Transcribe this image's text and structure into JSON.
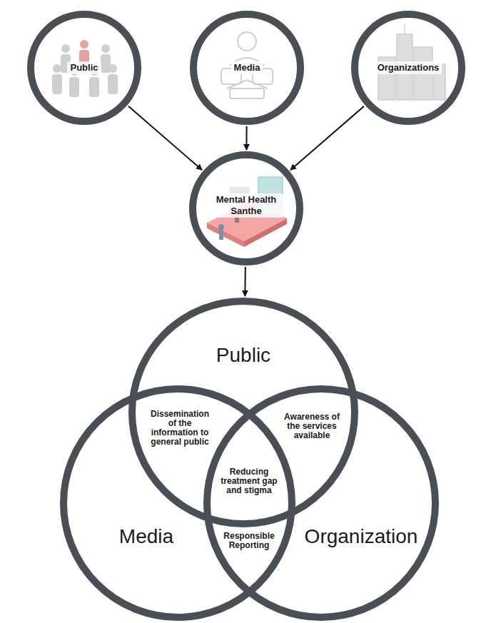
{
  "diagram": {
    "nodes": [
      {
        "text": [
          "Public"
        ]
      },
      {
        "text": [
          "Media"
        ]
      },
      {
        "text": [
          "Organizations"
        ]
      },
      {
        "text": [
          "Mental Health Santhe"
        ]
      },
      {
        "text": [
          "Public"
        ]
      },
      {
        "text": [
          "Media"
        ]
      },
      {
        "text": [
          "Organization"
        ]
      }
    ],
    "edges": [
      {
        "from": 0,
        "to": 3,
        "arrow": "to"
      },
      {
        "from": 1,
        "to": 3,
        "arrow": "to"
      },
      {
        "from": 2,
        "to": 3,
        "arrow": "to"
      },
      {
        "from": 3,
        "to": 4,
        "arrow": "to"
      }
    ],
    "labels": [
      "Dissemination of the information to general public",
      "Awareness of the services available",
      "Reducing treatment gap and stigma",
      "Responsible Reporting"
    ]
  }
}
